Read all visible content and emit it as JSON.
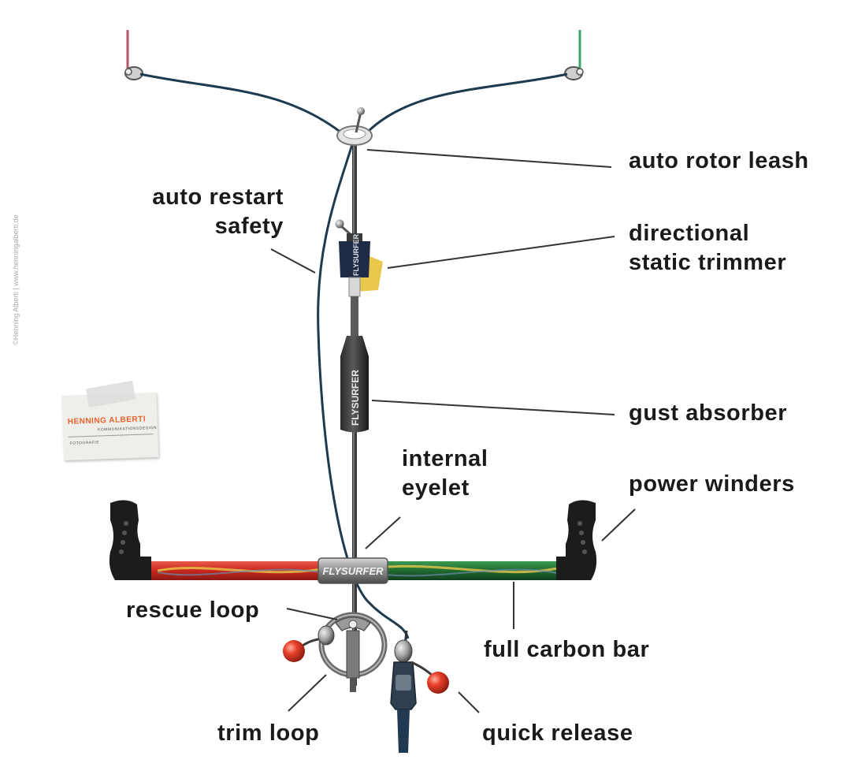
{
  "labels": {
    "auto_rotor_leash": "auto rotor leash",
    "auto_restart_safety_line1": "auto restart",
    "auto_restart_safety_line2": "safety",
    "directional_static_trimmer_line1": "directional",
    "directional_static_trimmer_line2": "static trimmer",
    "gust_absorber": "gust absorber",
    "internal_eyelet_line1": "internal",
    "internal_eyelet_line2": "eyelet",
    "power_winders": "power winders",
    "rescue_loop": "rescue loop",
    "full_carbon_bar": "full carbon bar",
    "trim_loop": "trim loop",
    "quick_release": "quick release"
  },
  "brand": {
    "bar_logo": "FLYSURFER",
    "absorber_logo": "FLYSURFER",
    "trimmer_logo": "FLYSURFER"
  },
  "watermark": {
    "credit": "©Henning Alberti  |  www.henningalberti.de",
    "card_name": "HENNING ALBERTI",
    "card_line1": "KOMMUNIKATIONSDESIGN",
    "card_line2": "FOTOGRAFIE"
  },
  "colors": {
    "left_line": "#b5566a",
    "right_line": "#3aa66a",
    "bar_left": "#d6332a",
    "bar_right": "#2a7a3a",
    "depower_line": "#1e3a4e",
    "handle": "#1c1c1c",
    "ball": "#e8412a",
    "trimmer_yellow": "#e8c84a",
    "text": "#1a1a1a"
  }
}
